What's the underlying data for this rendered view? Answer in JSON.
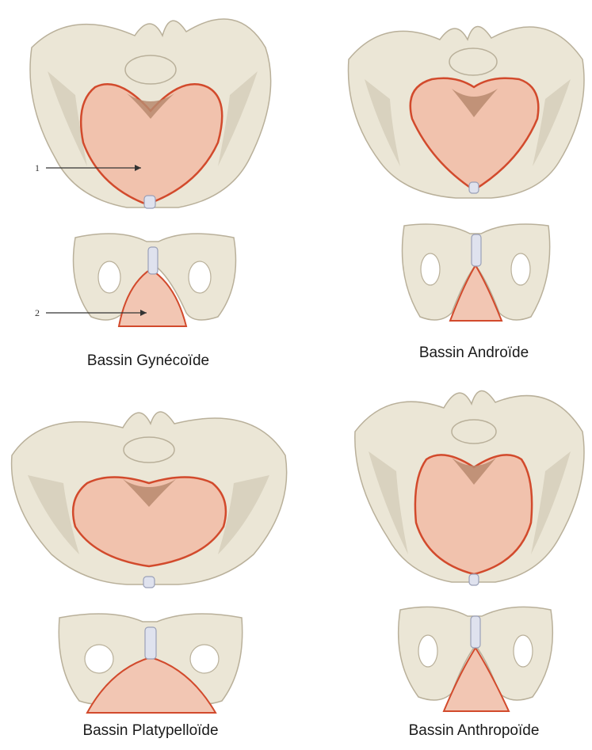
{
  "captions": {
    "gynecoid": "Bassin Gynécoïde",
    "android": "Bassin Androïde",
    "platypelloid": "Bassin Platypelloïde",
    "anthropoid": "Bassin Anthropoïde"
  },
  "markers": {
    "m1": "1",
    "m2": "2"
  },
  "colors": {
    "inlet_fill": "#f1c2ad",
    "inlet_outline": "#d24a2c",
    "bone": "#ebe6d6"
  }
}
